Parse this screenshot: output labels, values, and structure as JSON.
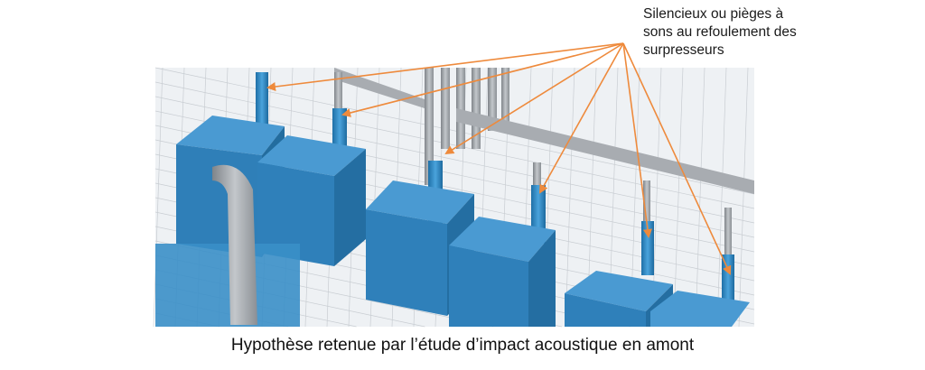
{
  "callout": {
    "lines": [
      "Silencieux ou pièges à",
      "sons au refoulement des",
      "surpresseurs"
    ]
  },
  "caption": "Hypothèse retenue par l’étude d’impact acoustique en amont",
  "colors": {
    "arrow": "#ee8a3c",
    "equipment_blue": "#3a8fc8",
    "pipe_gray": "#9a9ea3",
    "background": "#eef1f4"
  },
  "arrow_count": 6
}
